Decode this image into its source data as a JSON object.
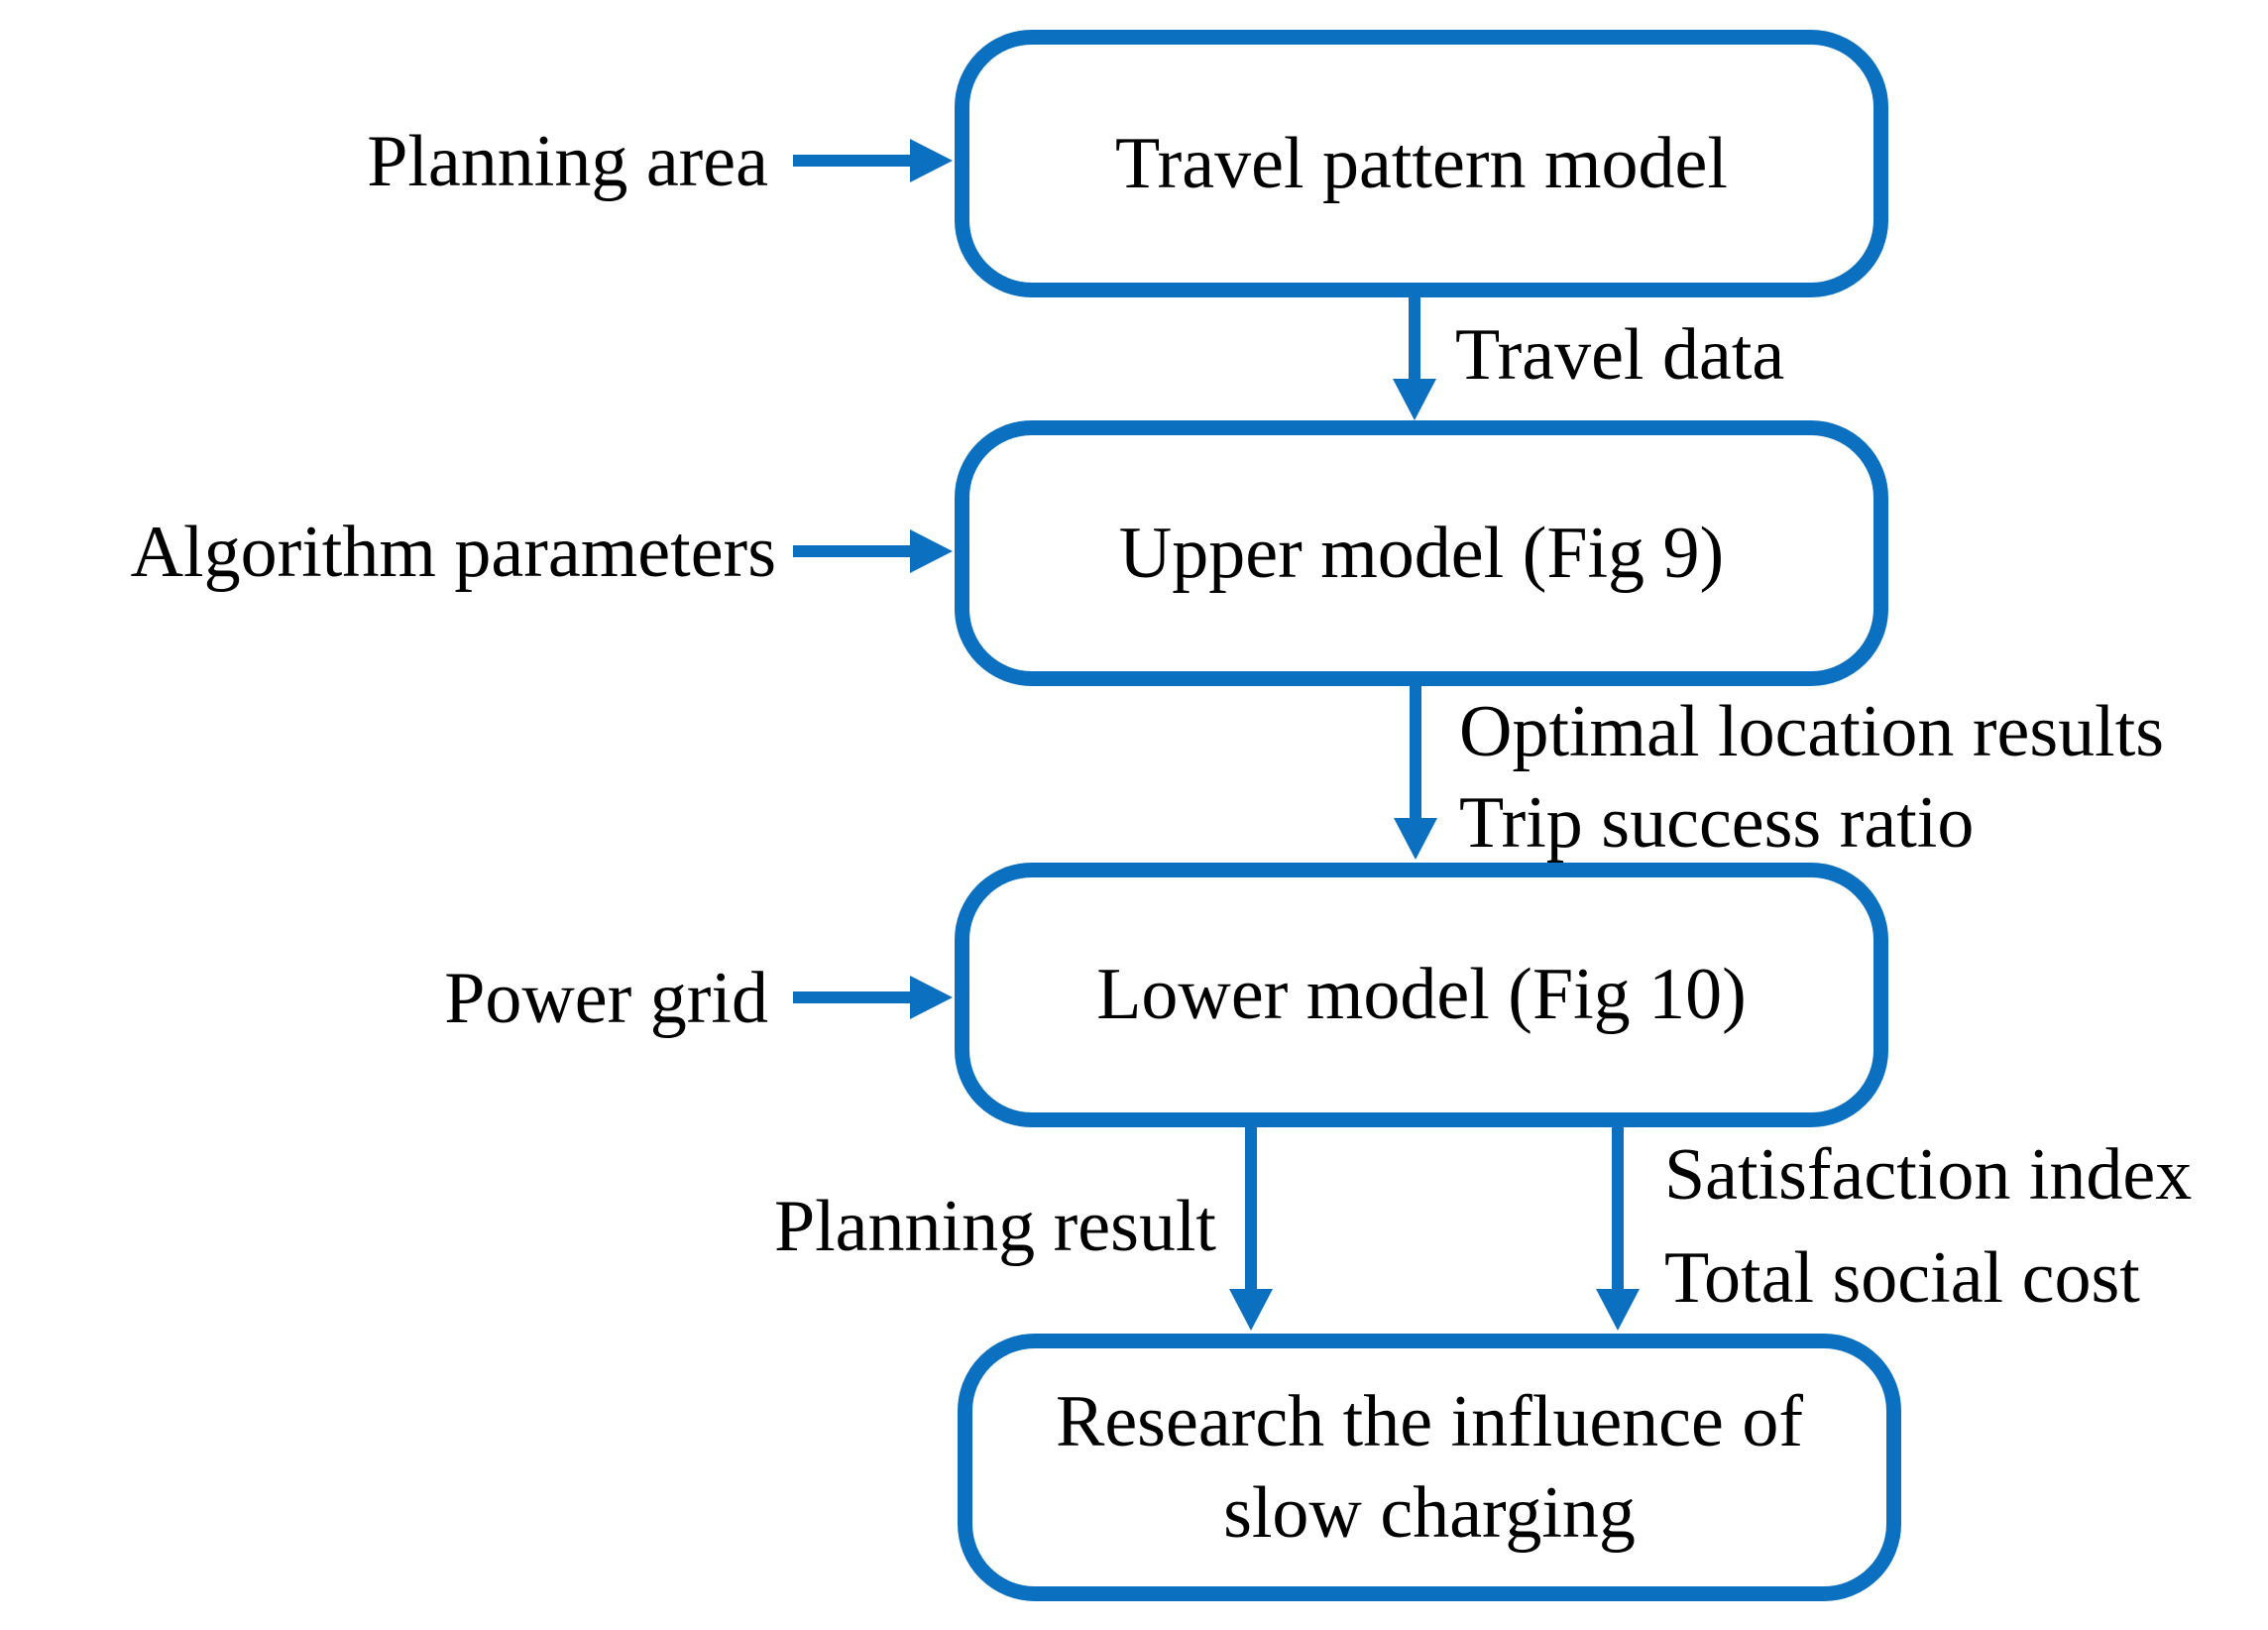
{
  "colors": {
    "accent": "#0b70c0",
    "text": "#000000",
    "background": "#ffffff"
  },
  "flowchart": {
    "nodes": {
      "travel_pattern": {
        "label": "Travel pattern model"
      },
      "upper_model": {
        "label": "Upper model (Fig 9)"
      },
      "lower_model": {
        "label": "Lower model (Fig 10)"
      },
      "research": {
        "label_line1": "Research the influence of",
        "label_line2": "slow charging"
      }
    },
    "input_labels": {
      "planning_area": "Planning area",
      "algorithm_parameters": "Algorithm parameters",
      "power_grid": "Power grid"
    },
    "edge_labels": {
      "travel_data": "Travel data",
      "optimal_location_results": "Optimal location results",
      "trip_success_ratio": "Trip success ratio",
      "planning_result": "Planning result",
      "satisfaction_index": "Satisfaction index",
      "total_social_cost": "Total social cost"
    }
  }
}
